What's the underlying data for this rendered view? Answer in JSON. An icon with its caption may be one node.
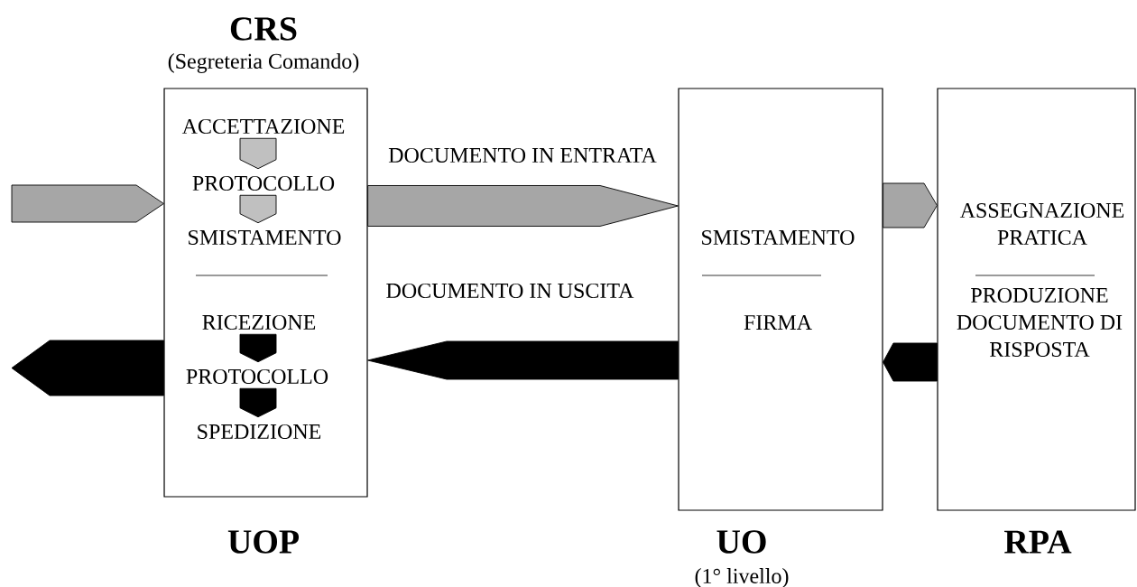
{
  "diagram": {
    "nodes": [
      {
        "text": [
          "CRS",
          "(Segreteria Comando)",
          "UOP"
        ]
      },
      {
        "text": [
          "ACCETTAZIONE"
        ],
        "in": 0
      },
      {
        "text": [
          "PROTOCOLLO"
        ],
        "in": 0
      },
      {
        "text": [
          "SMISTAMENTO"
        ],
        "in": 0
      },
      {
        "text": [
          "RICEZIONE"
        ],
        "in": 0
      },
      {
        "text": [
          "PROTOCOLLO"
        ],
        "in": 0
      },
      {
        "text": [
          "SPEDIZIONE"
        ],
        "in": 0
      },
      {
        "text": [
          "SMISTAMENTO",
          "FIRMA",
          "UO",
          "(1° livello)"
        ]
      },
      {
        "text": [
          "ASSEGNAZIONE PRATICA",
          "PRODUZIONE DOCUMENTO DI RISPOSTA",
          "RPA"
        ]
      }
    ],
    "edges": [
      {
        "from": null,
        "to": 0,
        "arrow": "to",
        "color": "#a6a6a6"
      },
      {
        "from": 0,
        "to": 7,
        "arrow": "to",
        "label": "DOCUMENTO IN ENTRATA",
        "color": "#a6a6a6"
      },
      {
        "from": 7,
        "to": 8,
        "arrow": "to",
        "color": "#a6a6a6"
      },
      {
        "from": 8,
        "to": 7,
        "arrow": "to",
        "color": "#000000"
      },
      {
        "from": 7,
        "to": 0,
        "arrow": "to",
        "label": "DOCUMENTO IN USCITA",
        "color": "#000000"
      },
      {
        "from": 0,
        "to": null,
        "arrow": "to",
        "color": "#000000"
      },
      {
        "from": 1,
        "to": 2,
        "arrow": "to",
        "color": "#c0c0c0"
      },
      {
        "from": 2,
        "to": 3,
        "arrow": "to",
        "color": "#c0c0c0"
      },
      {
        "from": 4,
        "to": 5,
        "arrow": "to",
        "color": "#000000"
      },
      {
        "from": 5,
        "to": 6,
        "arrow": "to",
        "color": "#000000"
      }
    ]
  }
}
